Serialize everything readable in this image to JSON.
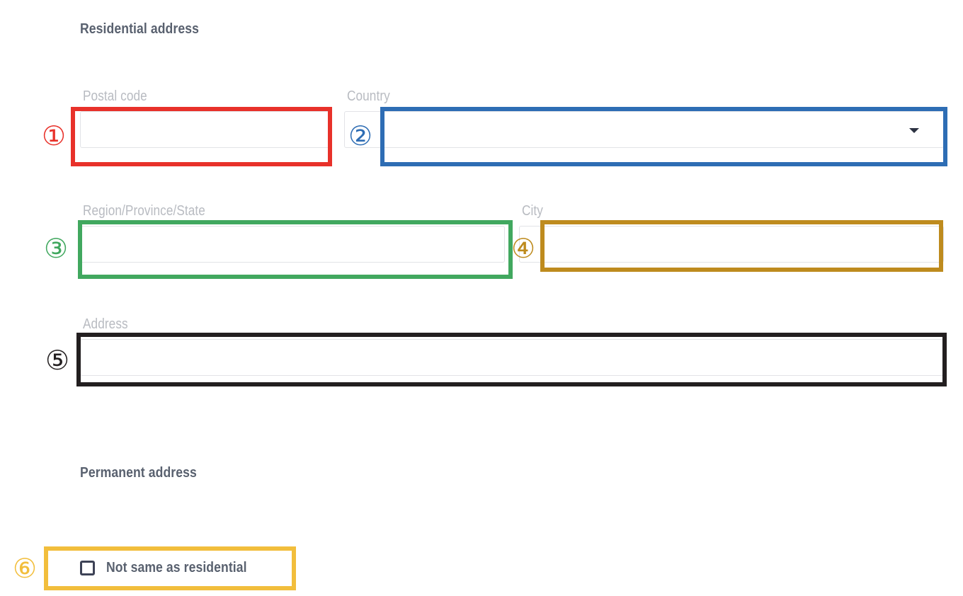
{
  "page": {
    "background": "#ffffff",
    "heading_color": "#59616f",
    "label_color": "#b8bbc1",
    "input_border_color": "#e2e3e7"
  },
  "sections": [
    {
      "id": "residential",
      "title": "Residential address"
    },
    {
      "id": "permanent",
      "title": "Permanent address"
    }
  ],
  "fields": [
    {
      "id": "postal_code",
      "label": "Postal code",
      "value": "",
      "placeholder": "",
      "type": "text"
    },
    {
      "id": "country",
      "label": "Country",
      "value": "",
      "placeholder": "",
      "type": "select",
      "caret_icon": "caret-down-icon"
    },
    {
      "id": "region",
      "label": "Region/Province/State",
      "value": "",
      "placeholder": "",
      "type": "text"
    },
    {
      "id": "city",
      "label": "City",
      "value": "",
      "placeholder": "",
      "type": "text"
    },
    {
      "id": "address",
      "label": "Address",
      "value": "",
      "placeholder": "",
      "type": "text"
    }
  ],
  "checkbox": {
    "id": "not_same_as_residential",
    "label": "Not same as residential",
    "checked": false,
    "border_color": "#3d4256"
  },
  "annotations": [
    {
      "number": "①",
      "target": "postal_code",
      "color": "#e8312a"
    },
    {
      "number": "②",
      "target": "country",
      "color": "#2e6db4"
    },
    {
      "number": "③",
      "target": "region",
      "color": "#41a85f"
    },
    {
      "number": "④",
      "target": "city",
      "color": "#be8b1e"
    },
    {
      "number": "⑤",
      "target": "address",
      "color": "#231f20"
    },
    {
      "number": "⑥",
      "target": "not_same_as_residential",
      "color": "#f2be3c"
    }
  ]
}
